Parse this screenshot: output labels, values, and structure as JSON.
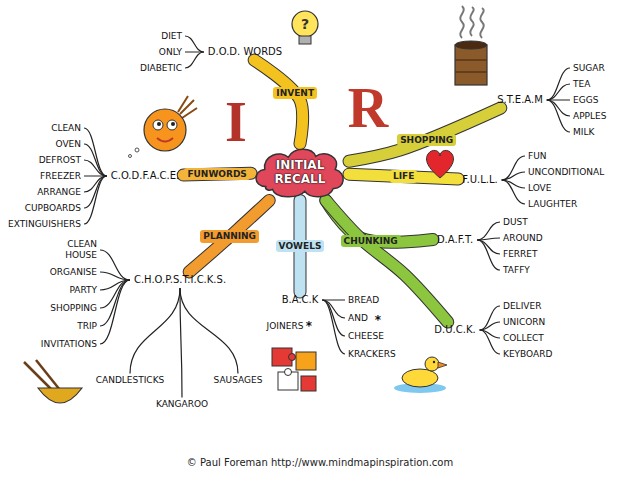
{
  "diagram": {
    "nodes": [
      {
        "text": [
          "INITIAL RECALL"
        ]
      },
      {
        "text": [
          "D.O.D. WORDS"
        ]
      },
      {
        "text": [
          "DIET"
        ]
      },
      {
        "text": [
          "ONLY"
        ]
      },
      {
        "text": [
          "DIABETIC"
        ]
      },
      {
        "text": [
          "S.T.E.A.M"
        ]
      },
      {
        "text": [
          "SUGAR"
        ]
      },
      {
        "text": [
          "TEA"
        ]
      },
      {
        "text": [
          "EGGS"
        ]
      },
      {
        "text": [
          "APPLES"
        ]
      },
      {
        "text": [
          "MILK"
        ]
      },
      {
        "text": [
          "F.U.L.L."
        ]
      },
      {
        "text": [
          "FUN"
        ]
      },
      {
        "text": [
          "UNCONDITIONAL"
        ]
      },
      {
        "text": [
          "LOVE"
        ]
      },
      {
        "text": [
          "LAUGHTER"
        ]
      },
      {
        "text": [
          "D.A.F.T."
        ]
      },
      {
        "text": [
          "DUST"
        ]
      },
      {
        "text": [
          "AROUND"
        ]
      },
      {
        "text": [
          "FERRET"
        ]
      },
      {
        "text": [
          "TAFFY"
        ]
      },
      {
        "text": [
          "D.U.C.K."
        ]
      },
      {
        "text": [
          "DELIVER"
        ]
      },
      {
        "text": [
          "UNICORN"
        ]
      },
      {
        "text": [
          "COLLECT"
        ]
      },
      {
        "text": [
          "KEYBOARD"
        ]
      },
      {
        "text": [
          "B.A.C.K"
        ]
      },
      {
        "text": [
          "BREAD"
        ]
      },
      {
        "text": [
          "AND"
        ]
      },
      {
        "text": [
          "CHEESE"
        ]
      },
      {
        "text": [
          "KRACKERS"
        ]
      },
      {
        "text": [
          "C.H.O.P.S.T.I.C.K.S."
        ]
      },
      {
        "text": [
          "CLEAN HOUSE"
        ]
      },
      {
        "text": [
          "ORGANISE"
        ]
      },
      {
        "text": [
          "PARTY"
        ]
      },
      {
        "text": [
          "SHOPPING"
        ]
      },
      {
        "text": [
          "TRIP"
        ]
      },
      {
        "text": [
          "INVITATIONS"
        ]
      },
      {
        "text": [
          "CANDLESTICKS"
        ]
      },
      {
        "text": [
          "KANGAROO"
        ]
      },
      {
        "text": [
          "SAUSAGES"
        ]
      },
      {
        "text": [
          "C.O.D.F.A.C.E."
        ]
      },
      {
        "text": [
          "CLEAN"
        ]
      },
      {
        "text": [
          "OVEN"
        ]
      },
      {
        "text": [
          "DEFROST"
        ]
      },
      {
        "text": [
          "FREEZER"
        ]
      },
      {
        "text": [
          "ARRANGE"
        ]
      },
      {
        "text": [
          "CUPBOARDS"
        ]
      },
      {
        "text": [
          "EXTINGUISHERS"
        ]
      }
    ],
    "edges": [
      {
        "from": 0,
        "to": 1,
        "arrow": "none",
        "label": "INVENT"
      },
      {
        "from": 1,
        "to": 2,
        "arrow": "none"
      },
      {
        "from": 1,
        "to": 3,
        "arrow": "none"
      },
      {
        "from": 1,
        "to": 4,
        "arrow": "none"
      },
      {
        "from": 0,
        "to": 5,
        "arrow": "none",
        "label": "SHOPPING"
      },
      {
        "from": 5,
        "to": 6,
        "arrow": "none"
      },
      {
        "from": 5,
        "to": 7,
        "arrow": "none"
      },
      {
        "from": 5,
        "to": 8,
        "arrow": "none"
      },
      {
        "from": 5,
        "to": 9,
        "arrow": "none"
      },
      {
        "from": 5,
        "to": 10,
        "arrow": "none"
      },
      {
        "from": 0,
        "to": 11,
        "arrow": "none",
        "label": "LIFE"
      },
      {
        "from": 11,
        "to": 12,
        "arrow": "none"
      },
      {
        "from": 11,
        "to": 13,
        "arrow": "none"
      },
      {
        "from": 11,
        "to": 14,
        "arrow": "none"
      },
      {
        "from": 11,
        "to": 15,
        "arrow": "none"
      },
      {
        "from": 0,
        "to": 16,
        "arrow": "none",
        "label": "CHUNKING"
      },
      {
        "from": 16,
        "to": 17,
        "arrow": "none"
      },
      {
        "from": 16,
        "to": 18,
        "arrow": "none"
      },
      {
        "from": 16,
        "to": 19,
        "arrow": "none"
      },
      {
        "from": 16,
        "to": 20,
        "arrow": "none"
      },
      {
        "from": 0,
        "to": 21,
        "arrow": "none"
      },
      {
        "from": 21,
        "to": 22,
        "arrow": "none"
      },
      {
        "from": 21,
        "to": 23,
        "arrow": "none"
      },
      {
        "from": 21,
        "to": 24,
        "arrow": "none"
      },
      {
        "from": 21,
        "to": 25,
        "arrow": "none"
      },
      {
        "from": 0,
        "to": 26,
        "arrow": "none",
        "label": "VOWELS"
      },
      {
        "from": 26,
        "to": 27,
        "arrow": "none"
      },
      {
        "from": 26,
        "to": 28,
        "arrow": "none"
      },
      {
        "from": 26,
        "to": 29,
        "arrow": "none"
      },
      {
        "from": 26,
        "to": 30,
        "arrow": "none"
      },
      {
        "from": 0,
        "to": 31,
        "arrow": "none",
        "label": "PLANNING"
      },
      {
        "from": 31,
        "to": 32,
        "arrow": "none"
      },
      {
        "from": 31,
        "to": 33,
        "arrow": "none"
      },
      {
        "from": 31,
        "to": 34,
        "arrow": "none"
      },
      {
        "from": 31,
        "to": 35,
        "arrow": "none"
      },
      {
        "from": 31,
        "to": 36,
        "arrow": "none"
      },
      {
        "from": 31,
        "to": 37,
        "arrow": "none"
      },
      {
        "from": 31,
        "to": 38,
        "arrow": "none"
      },
      {
        "from": 31,
        "to": 39,
        "arrow": "none"
      },
      {
        "from": 31,
        "to": 40,
        "arrow": "none"
      },
      {
        "from": 0,
        "to": 41,
        "arrow": "none",
        "label": "FUNWORDS"
      },
      {
        "from": 41,
        "to": 42,
        "arrow": "none"
      },
      {
        "from": 41,
        "to": 43,
        "arrow": "none"
      },
      {
        "from": 41,
        "to": 44,
        "arrow": "none"
      },
      {
        "from": 41,
        "to": 45,
        "arrow": "none"
      },
      {
        "from": 41,
        "to": 46,
        "arrow": "none"
      },
      {
        "from": 41,
        "to": 47,
        "arrow": "none"
      },
      {
        "from": 41,
        "to": 48,
        "arrow": "none"
      }
    ],
    "labels": [
      "I",
      "R",
      "?",
      "JOINERS",
      "*",
      "*",
      "© Paul Foreman http://www.mindmapinspiration.com"
    ]
  }
}
